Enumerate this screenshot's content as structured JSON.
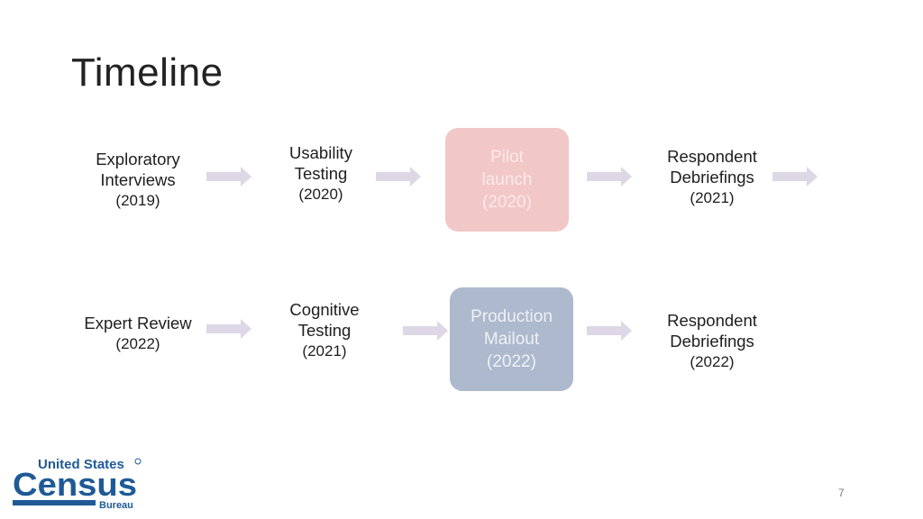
{
  "title": "Timeline",
  "row1": {
    "step1": {
      "line1": "Exploratory",
      "line2": "Interviews",
      "year": "(2019)"
    },
    "step2": {
      "line1": "Usability",
      "line2": "Testing",
      "year": "(2020)"
    },
    "step3": {
      "line1": "Pilot",
      "line2": "launch",
      "year": "(2020)"
    },
    "step4": {
      "line1": "Respondent",
      "line2": "Debriefings",
      "year": "(2021)"
    }
  },
  "row2": {
    "step1": {
      "line1": "Expert Review",
      "year": "(2022)"
    },
    "step2": {
      "line1": "Cognitive",
      "line2": "Testing",
      "year": "(2021)"
    },
    "step3": {
      "line1": "Production",
      "line2": "Mailout",
      "year": "(2022)"
    },
    "step4": {
      "line1": "Respondent",
      "line2": "Debriefings",
      "year": "(2022)"
    }
  },
  "logo": {
    "top": "United States",
    "main": "Census",
    "bottom": "Bureau"
  },
  "page_number": "7",
  "colors": {
    "pilot_box": "#f2c7c7",
    "production_box": "#adb9cc",
    "arrow": "#ddd7e6",
    "logo": "#1f5a96"
  }
}
